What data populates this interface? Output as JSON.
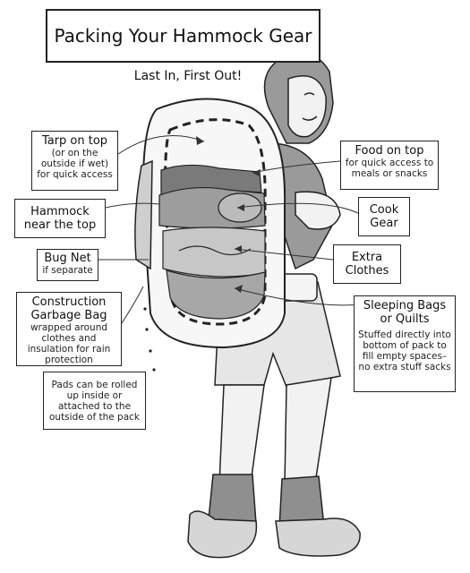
{
  "title": "Packing Your Hammock Gear",
  "subtitle": "Last In, First Out!",
  "callouts": {
    "tarp": {
      "main": "Tarp on top",
      "sub": "(or on the outside if wet) for quick access"
    },
    "hammock": {
      "main": "Hammock near the top"
    },
    "bug_net": {
      "main": "Bug Net",
      "sub": "if separate"
    },
    "garbage_bag": {
      "main": "Construction Garbage Bag",
      "sub": "wrapped around clothes and insulation for rain protection"
    },
    "pads": {
      "sub": "Pads can be rolled up inside or attached to the outside of the pack"
    },
    "food": {
      "main": "Food on top",
      "sub": "for quick access to meals or snacks"
    },
    "cook": {
      "main": "Cook Gear"
    },
    "clothes": {
      "main": "Extra Clothes"
    },
    "sleeping": {
      "main": "Sleeping Bags or Quilts",
      "sub": "Stuffed directly into bottom of pack to fill empty spaces–no extra stuff sacks"
    }
  },
  "colors": {
    "ink": "#222222",
    "shade": "#8a8a8a",
    "light": "#d9d9d9",
    "mid": "#b5b5b5",
    "dark": "#555555"
  }
}
